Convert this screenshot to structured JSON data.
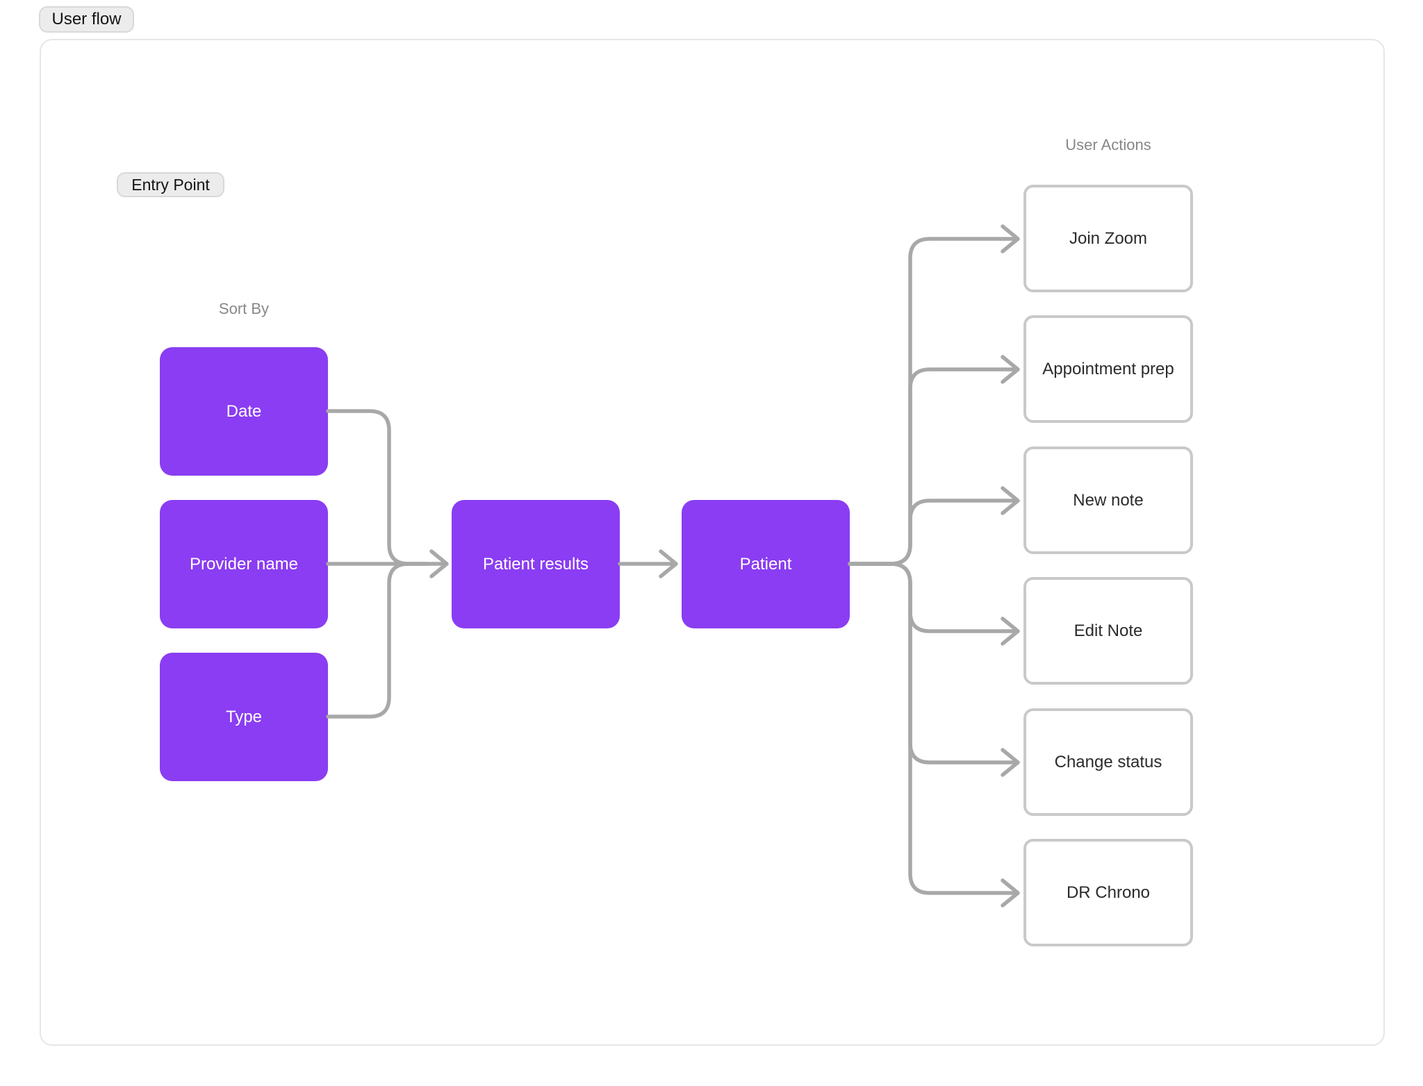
{
  "section": {
    "label": "User flow"
  },
  "entry": {
    "label": "Entry Point"
  },
  "sort_by": {
    "title": "Sort By",
    "items": [
      "Date",
      "Provider name",
      "Type"
    ]
  },
  "flow": {
    "patient_results": "Patient results",
    "patient": "Patient"
  },
  "user_actions": {
    "title": "User Actions",
    "items": [
      "Join Zoom",
      "Appointment prep",
      "New note",
      "Edit Note",
      "Change status",
      "DR Chrono"
    ]
  },
  "colors": {
    "node_purple": "#8A3DF2",
    "node_text": "#FFFFFF",
    "connector": "#A8A8A8",
    "action_border": "#C9C9C9",
    "action_text": "#2B2B2B",
    "muted_title": "#878787",
    "pill_bg": "#ECECEC",
    "pill_border": "#D8D8D8",
    "frame_border": "#E6E6E8"
  }
}
